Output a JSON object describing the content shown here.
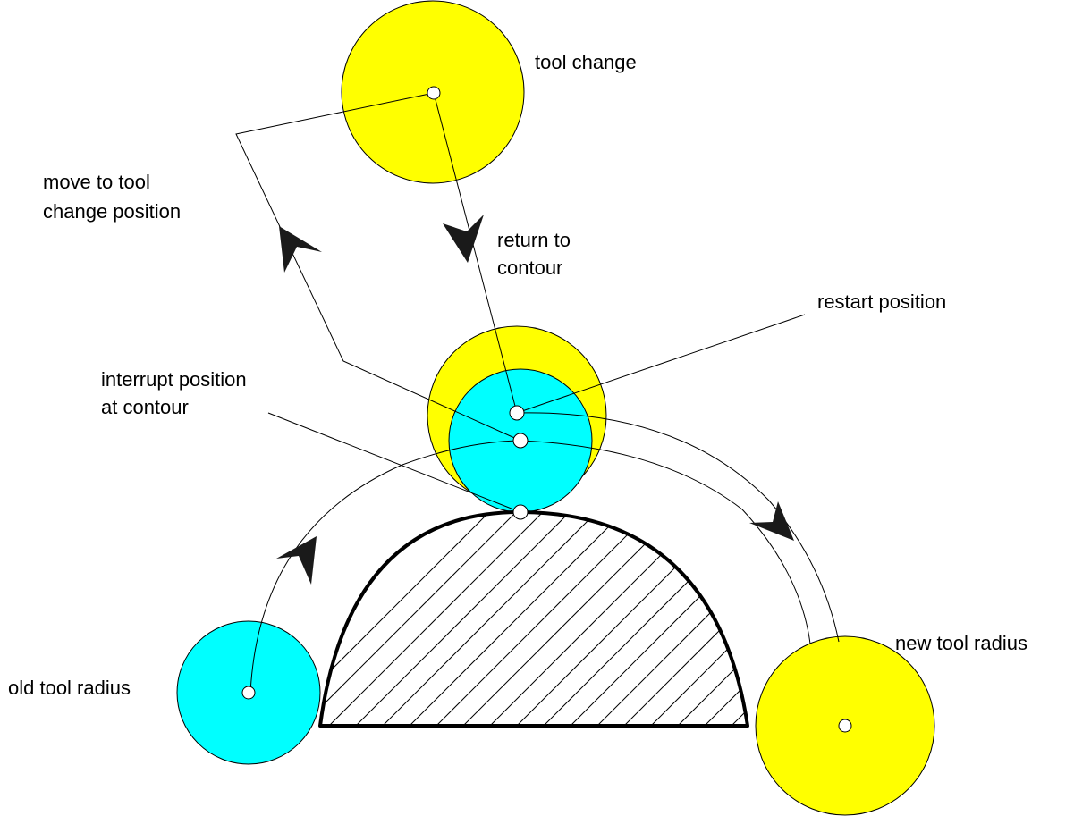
{
  "labels": {
    "tool_change": "tool change",
    "move_to_tool_line1": "move to tool",
    "move_to_tool_line2": "change position",
    "return_to_line1": "return to",
    "return_to_line2": "contour",
    "restart_position": "restart position",
    "interrupt_line1": "interrupt position",
    "interrupt_line2": "at contour",
    "new_tool_radius": "new tool radius",
    "old_tool_radius": "old tool radius"
  },
  "colors": {
    "new_tool": "#ffff00",
    "old_tool": "#00ffff",
    "line": "#000000",
    "arrowhead": "#1a1a1a",
    "background": "#ffffff"
  }
}
